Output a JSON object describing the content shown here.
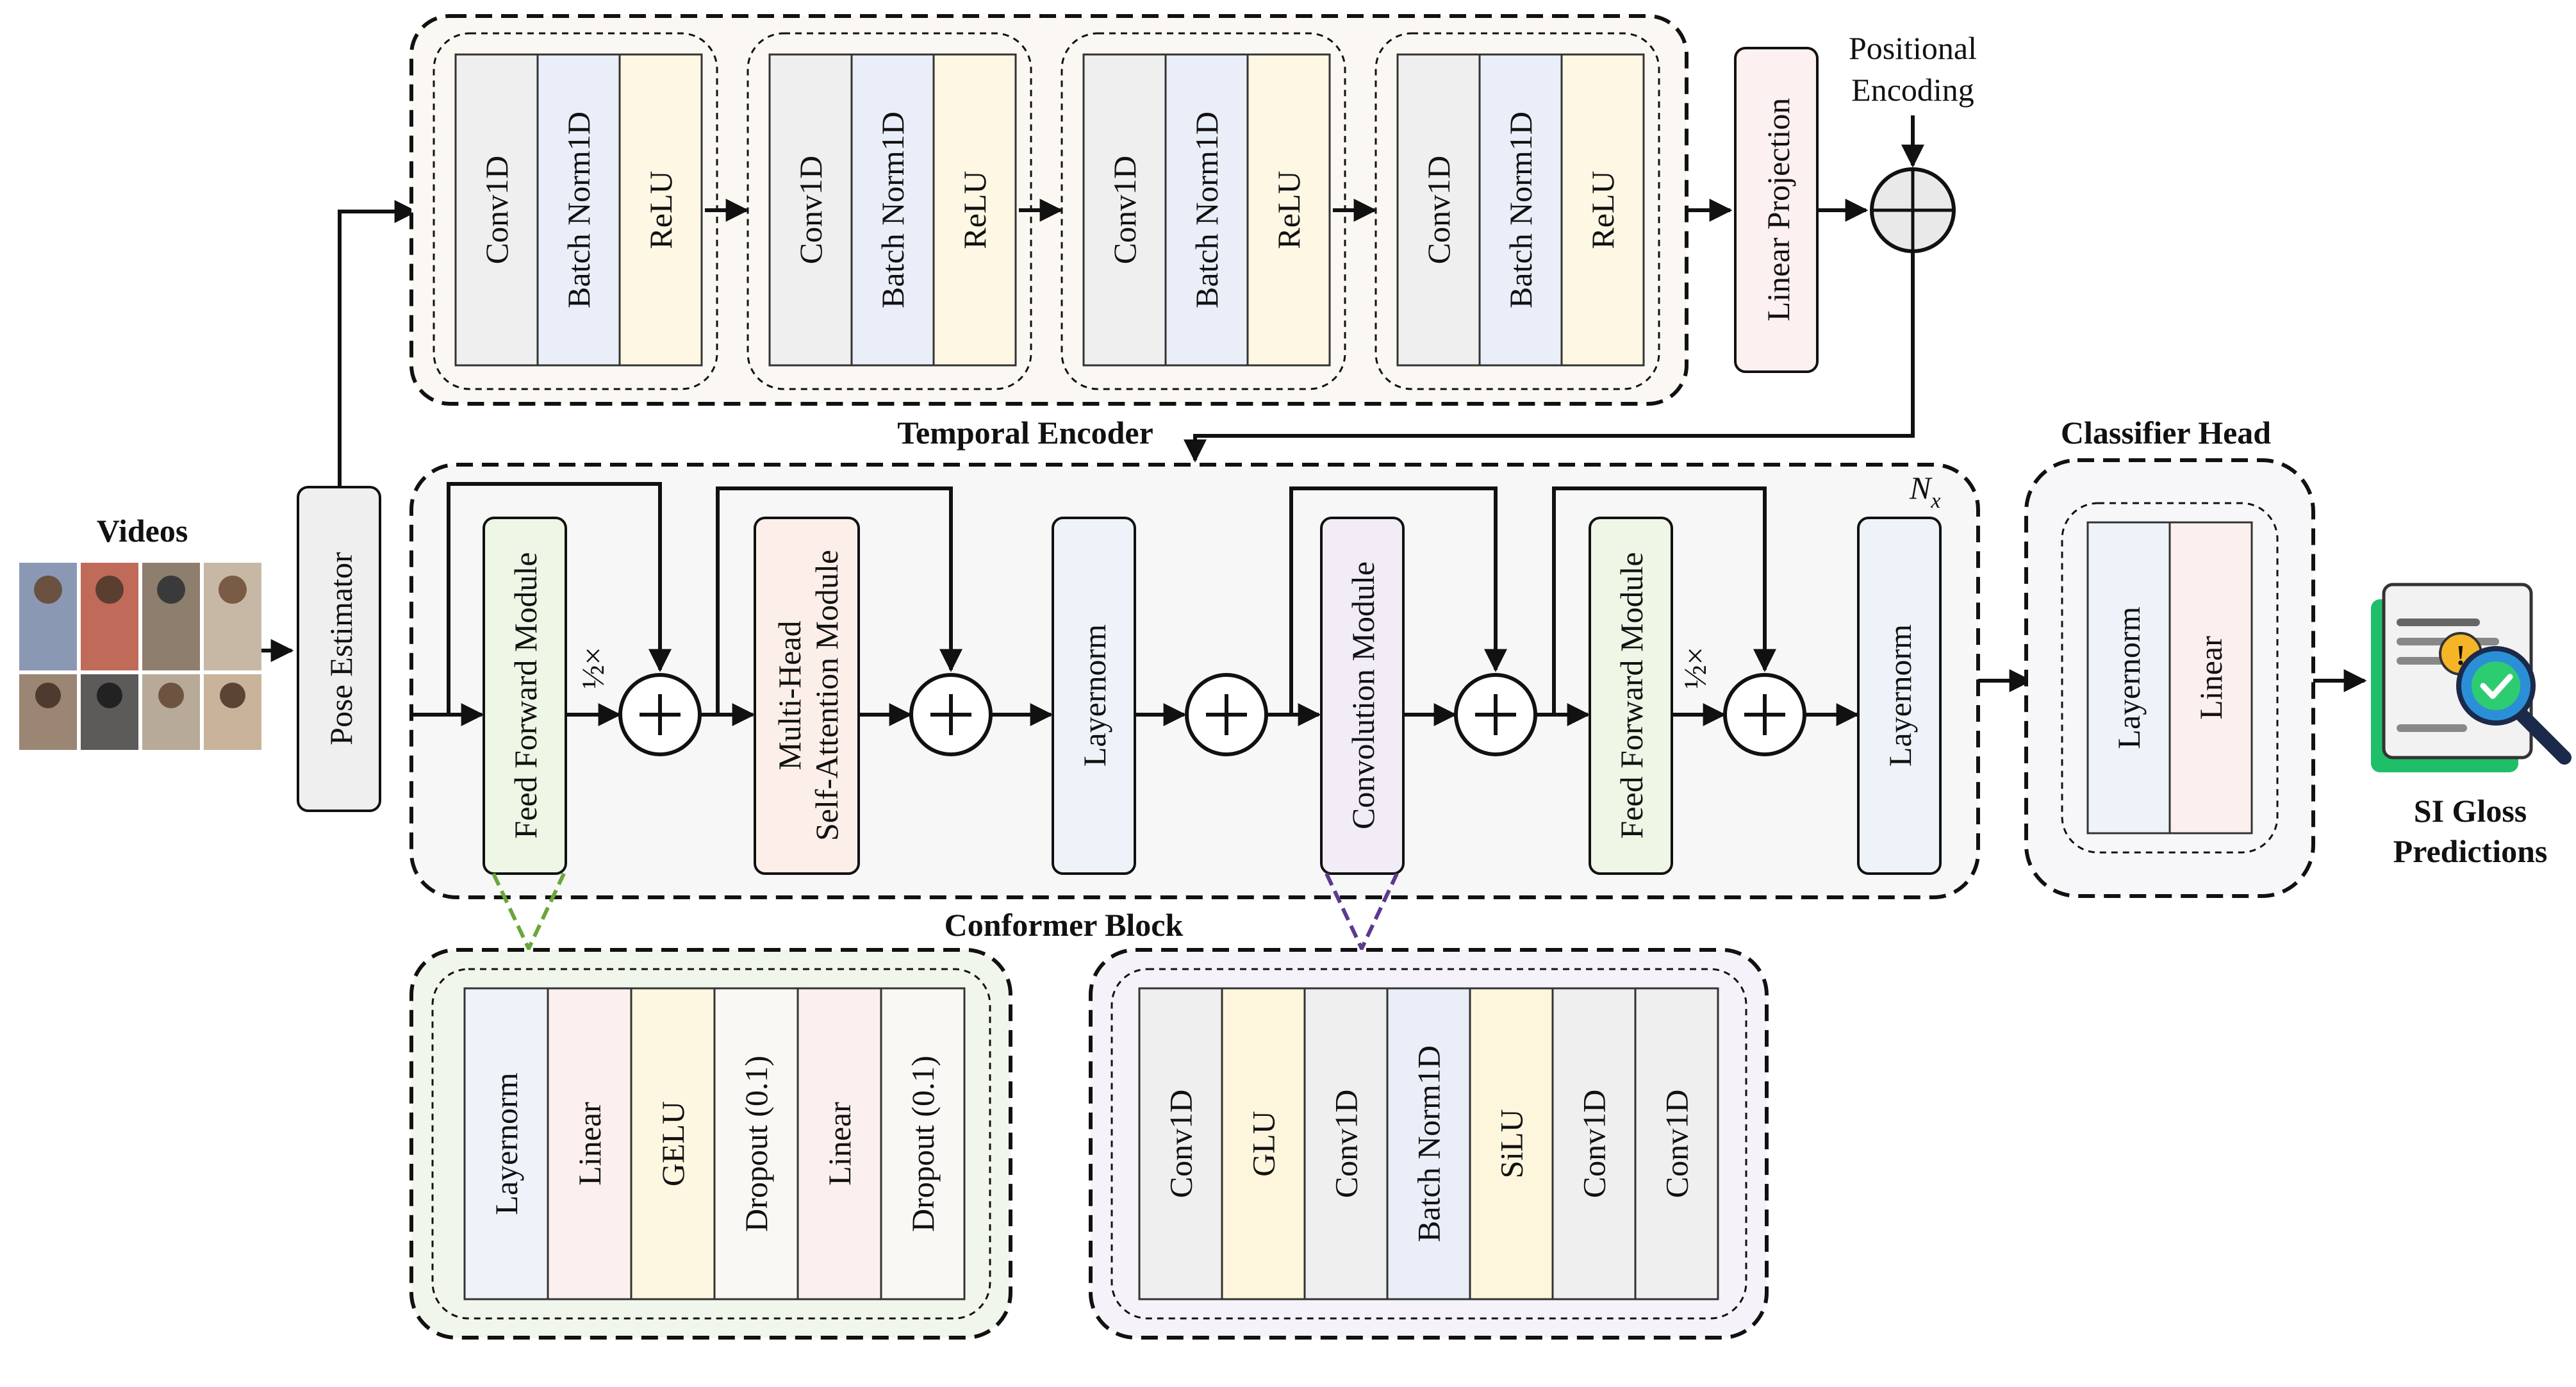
{
  "labels": {
    "videos": "Videos",
    "pose_estimator": "Pose Estimator",
    "temporal_encoder": "Temporal Encoder",
    "positional_encoding_line1": "Positional",
    "positional_encoding_line2": "Encoding",
    "linear_projection": "Linear Projection",
    "conformer_block": "Conformer Block",
    "classifier_head": "Classifier Head",
    "output_line1": "SI Gloss",
    "output_line2": "Predictions",
    "repeat_symbol": "N",
    "repeat_subscript": "x",
    "half_factor": "½×"
  },
  "temporal_encoder_stages": [
    [
      "Conv1D",
      "Batch Norm1D",
      "ReLU"
    ],
    [
      "Conv1D",
      "Batch Norm1D",
      "ReLU"
    ],
    [
      "Conv1D",
      "Batch Norm1D",
      "ReLU"
    ],
    [
      "Conv1D",
      "Batch Norm1D",
      "ReLU"
    ]
  ],
  "conformer_modules": {
    "ffn1": "Feed Forward Module",
    "mhsa_line1": "Multi-Head",
    "mhsa_line2": "Self-Attention Module",
    "layernorm1": "Layernorm",
    "conv": "Convolution Module",
    "ffn2": "Feed Forward Module",
    "layernorm2": "Layernorm"
  },
  "classifier_layers": [
    "Layernorm",
    "Linear"
  ],
  "feed_forward_layers": [
    "Layernorm",
    "Linear",
    "GELU",
    "Dropout (0.1)",
    "Linear",
    "Dropout (0.1)"
  ],
  "convolution_layers": [
    "Conv1D",
    "GLU",
    "Conv1D",
    "Batch Norm1D",
    "SiLU",
    "Conv1D",
    "Conv1D"
  ],
  "colors": {
    "conv1d": "#efefef",
    "batchnorm": "#eaeef8",
    "relu": "#fdf7e3",
    "layernorm": "#eef3f9",
    "linear": "#fcf0ef",
    "gelu": "#fdf6e0",
    "dropout": "#f9f8f4",
    "glu": "#fdf6dd",
    "silu": "#fdf6dd",
    "encoder_bg": "#fbf8f3",
    "conformer_bg": "#f7f7f7",
    "classifier_bg": "#f7f7f9",
    "ffn_box": "#eef6e6",
    "ffn_detail_bg": "#f1f6ec",
    "mhsa_box": "#fcefe9",
    "conv_box": "#f2ecf7",
    "conv_detail_bg": "#f6f2fa",
    "linear_proj_box": "#fcf0f0",
    "pose_box": "#efefef",
    "ffn_connector": "#6aa63a",
    "conv_connector": "#5c3a8c"
  },
  "icons": [
    "video-thumbnails",
    "document-magnifier-check-icon"
  ]
}
